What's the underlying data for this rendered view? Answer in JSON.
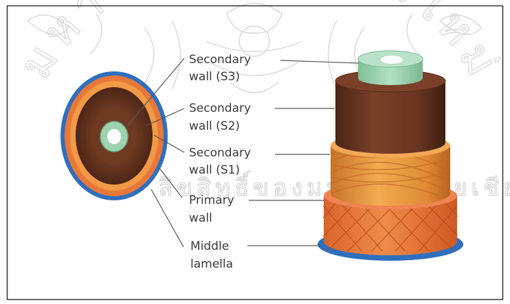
{
  "watermark": {
    "arc_text": "มหาวิทยาลัยเชียงใหม่",
    "lower_text": "ลิขสิทธิ์ของมหาวิทยาลัยเชียงใหม่"
  },
  "labels": [
    {
      "id": "s3",
      "line1": "Secondary",
      "line2": "wall (S3)"
    },
    {
      "id": "s2",
      "line1": "Secondary",
      "line2": "wall (S2)"
    },
    {
      "id": "s1",
      "line1": "Secondary",
      "line2": "wall (S1)"
    },
    {
      "id": "primary",
      "line1": "Primary",
      "line2": "wall"
    },
    {
      "id": "middle",
      "line1": "Middle",
      "line2": "lamella"
    }
  ],
  "colors": {
    "middle_lamella": "#2f6fbf",
    "primary_wall": "#e8783a",
    "s1_wall": "#e99a3e",
    "s2_wall": "#6e3a22",
    "s3_wall": "#9fd3b0",
    "lumen": "#ffffff",
    "leader_line": "#555555",
    "frame": "#333333"
  }
}
